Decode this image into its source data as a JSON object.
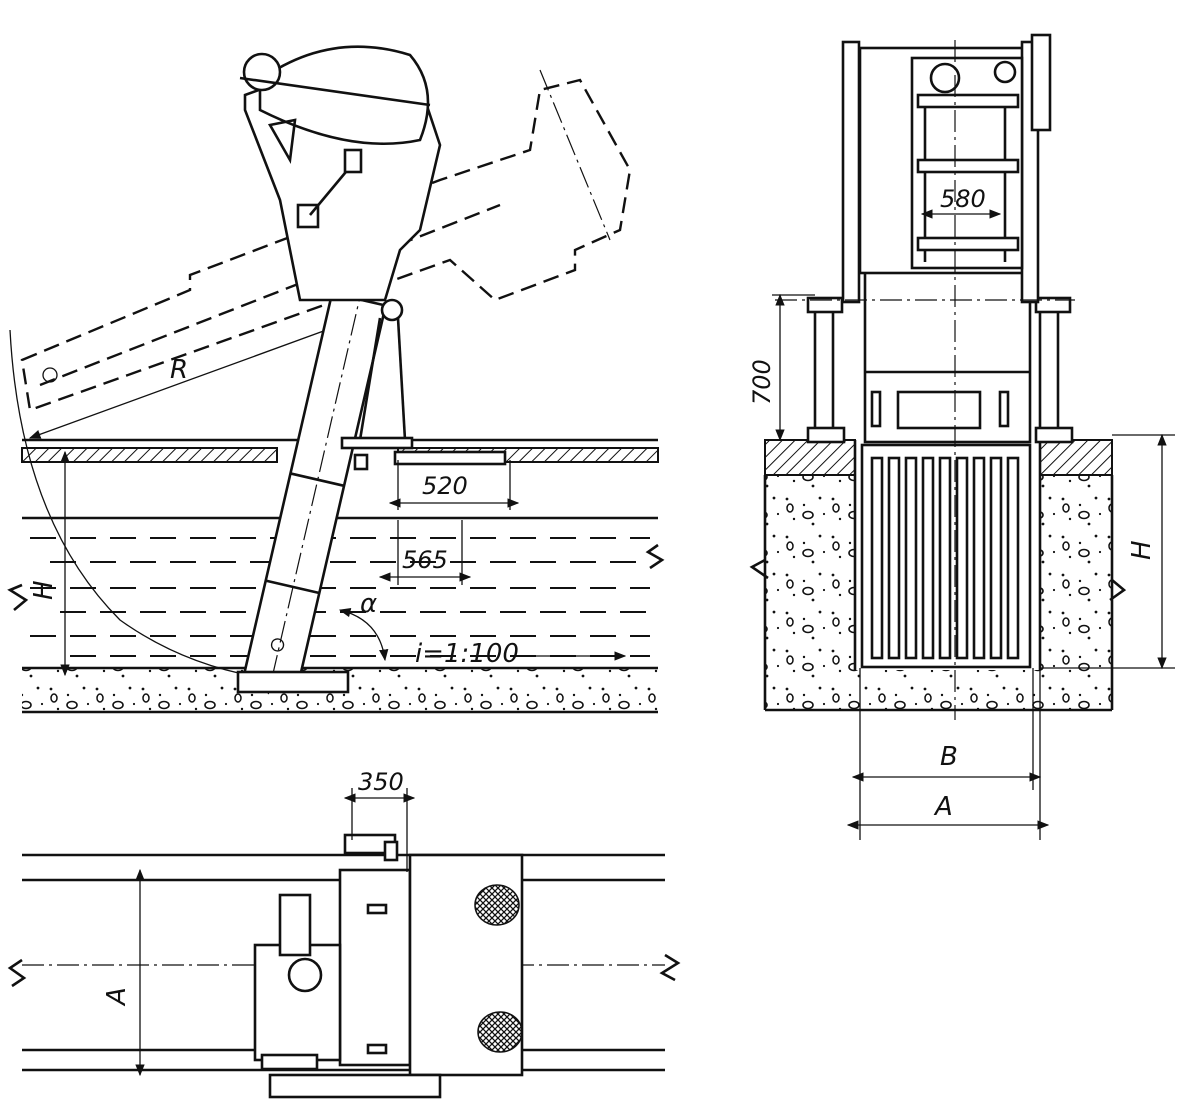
{
  "side_view": {
    "dim_520": "520",
    "dim_565": "565",
    "label_R": "R",
    "label_H": "H",
    "label_alpha": "α",
    "slope": "i=1:100"
  },
  "front_view": {
    "dim_580": "580",
    "dim_700": "700",
    "label_H": "H",
    "label_B": "B",
    "label_A": "A"
  },
  "plan_view": {
    "dim_350": "350",
    "label_A": "A"
  }
}
